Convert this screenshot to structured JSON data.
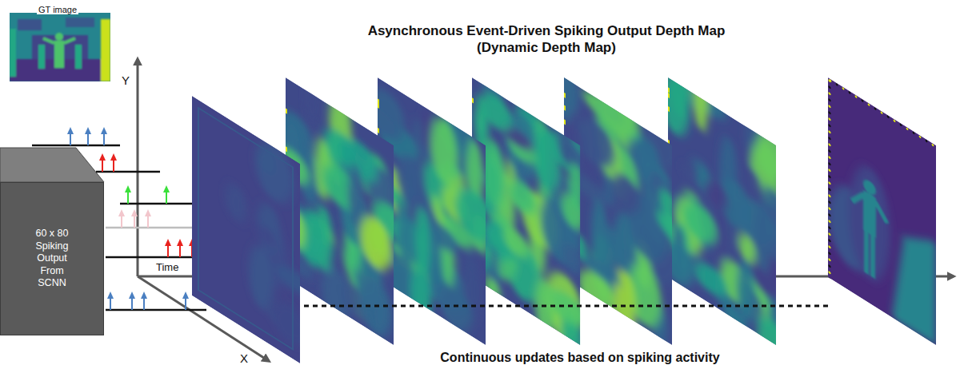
{
  "diagram": {
    "title": "Asynchronous Event-Driven Spiking Output Depth Map (Dynamic Depth Map)",
    "caption": "Continuous updates based on spiking activity",
    "nodes": [
      {
        "text": [
          "60 x 80 Spiking Output From SCNN"
        ]
      }
    ],
    "labels": [
      "GT image",
      "Y",
      "Time",
      "X"
    ]
  }
}
